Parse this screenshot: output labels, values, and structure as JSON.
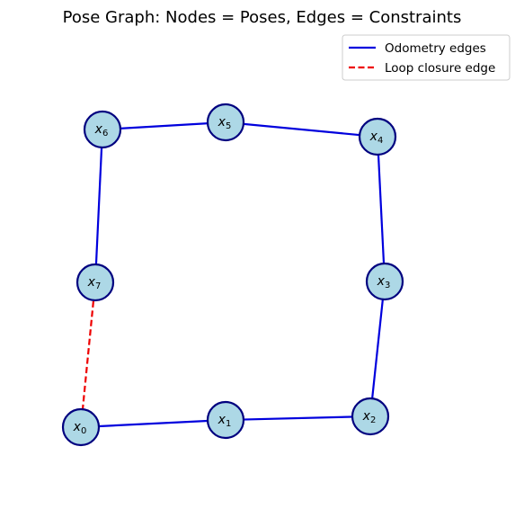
{
  "title": "Pose Graph: Nodes = Poses, Edges = Constraints",
  "colors": {
    "odometry_edge": "#0000dd",
    "loop_edge": "#ee0000",
    "node_fill": "#add8e6",
    "node_stroke": "#00007f"
  },
  "legend": {
    "odometry_label": "Odometry edges",
    "loop_label": "Loop closure edge"
  },
  "nodes": [
    {
      "id": "x0",
      "base": "x",
      "sub": "0"
    },
    {
      "id": "x1",
      "base": "x",
      "sub": "1"
    },
    {
      "id": "x2",
      "base": "x",
      "sub": "2"
    },
    {
      "id": "x3",
      "base": "x",
      "sub": "3"
    },
    {
      "id": "x4",
      "base": "x",
      "sub": "4"
    },
    {
      "id": "x5",
      "base": "x",
      "sub": "5"
    },
    {
      "id": "x6",
      "base": "x",
      "sub": "6"
    },
    {
      "id": "x7",
      "base": "x",
      "sub": "7"
    }
  ],
  "edges": [
    {
      "from": "x0",
      "to": "x1",
      "kind": "odometry"
    },
    {
      "from": "x1",
      "to": "x2",
      "kind": "odometry"
    },
    {
      "from": "x2",
      "to": "x3",
      "kind": "odometry"
    },
    {
      "from": "x3",
      "to": "x4",
      "kind": "odometry"
    },
    {
      "from": "x4",
      "to": "x5",
      "kind": "odometry"
    },
    {
      "from": "x5",
      "to": "x6",
      "kind": "odometry"
    },
    {
      "from": "x6",
      "to": "x7",
      "kind": "odometry"
    },
    {
      "from": "x7",
      "to": "x0",
      "kind": "loop_closure"
    }
  ]
}
